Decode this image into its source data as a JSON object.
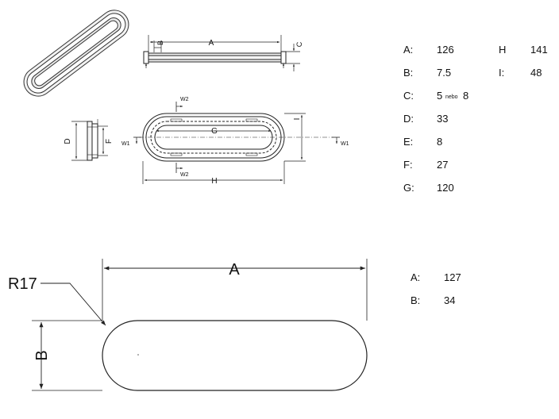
{
  "drawing_labels": {
    "top_a": "A",
    "top_b": "B",
    "top_c": "C",
    "side_d": "D",
    "side_f": "F",
    "plan_w2_top": "W2",
    "plan_w2_bottom": "W2",
    "plan_w1_left": "W1",
    "plan_w1_right": "W1",
    "plan_g": "G",
    "plan_h": "H",
    "plan_i": "I",
    "bottom_a": "A",
    "bottom_b": "B",
    "bottom_r": "R17"
  },
  "table_top": {
    "rows": [
      {
        "label": "A:",
        "value": "126",
        "label2": "H",
        "value2": "141"
      },
      {
        "label": "B:",
        "value": "7.5",
        "label2": "I:",
        "value2": "48"
      },
      {
        "label": "C:",
        "value": "5",
        "small": "nebo",
        "value_after": "8"
      },
      {
        "label": "D:",
        "value": "33"
      },
      {
        "label": "E:",
        "value": "8"
      },
      {
        "label": "F:",
        "value": "27"
      },
      {
        "label": "G:",
        "value": "120"
      }
    ]
  },
  "table_bottom": {
    "rows": [
      {
        "label": "A:",
        "value": "127"
      },
      {
        "label": "B:",
        "value": "34"
      }
    ]
  },
  "colors": {
    "line": "#222222",
    "thin": "#555555"
  }
}
